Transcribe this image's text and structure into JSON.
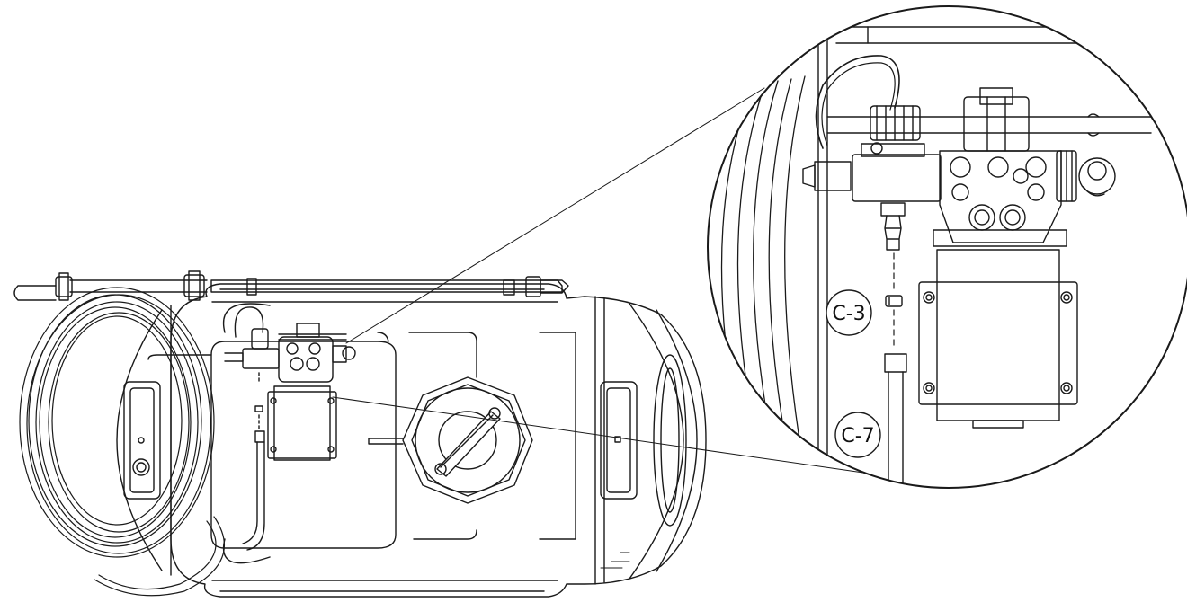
{
  "callouts": [
    {
      "id": "c3",
      "label": "C-3"
    },
    {
      "id": "c7",
      "label": "C-7"
    }
  ],
  "palette": {
    "line": "#1a1a1a",
    "background": "#ffffff",
    "fill": "#ffffff"
  },
  "views": {
    "main": "sprayer-tank-top-view",
    "detail": "pump-assembly-magnified"
  }
}
